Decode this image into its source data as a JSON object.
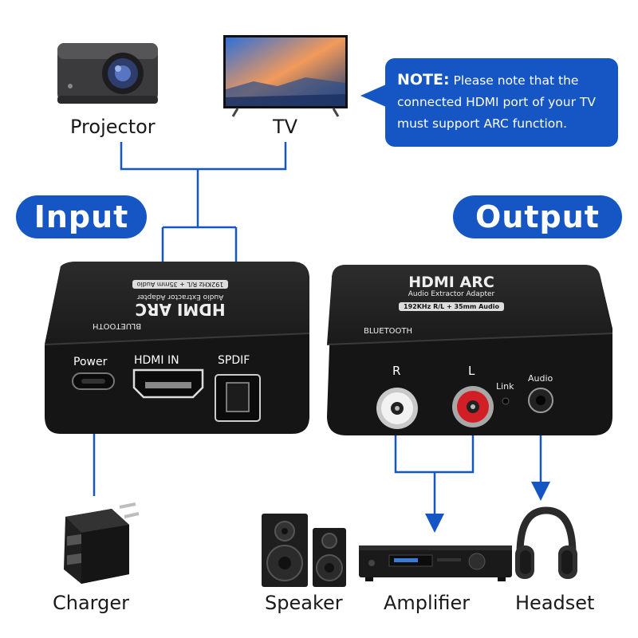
{
  "top_devices": {
    "projector_label": "Projector",
    "tv_label": "TV"
  },
  "note": {
    "prefix": "NOTE:",
    "text": "Please note that the connected HDMI port of your TV must support ARC function."
  },
  "sections": {
    "input_label": "Input",
    "output_label": "Output"
  },
  "input_box": {
    "brand": "BLUETOOTH",
    "title": "HDMI ARC",
    "subtitle": "Audio Extractor Adapter",
    "spec": "192KHz R/L + 35mm Audio",
    "ports": {
      "power": "Power",
      "hdmi_in": "HDMI IN",
      "spdif": "SPDIF"
    }
  },
  "output_box": {
    "title": "HDMI ARC",
    "subtitle": "Audio Extractor Adapter",
    "spec": "192KHz R/L + 35mm Audio",
    "brand": "BLUETOOTH",
    "ports": {
      "r": "R",
      "l": "L",
      "link": "Link",
      "audio": "Audio"
    }
  },
  "bottom_devices": {
    "charger_label": "Charger",
    "speaker_label": "Speaker",
    "amplifier_label": "Amplifier",
    "headset_label": "Headset"
  },
  "colors": {
    "accent": "#1556c4",
    "device_body": "#1c1c1c",
    "rca_white": "#e8e8e8",
    "rca_red": "#d21f26"
  }
}
